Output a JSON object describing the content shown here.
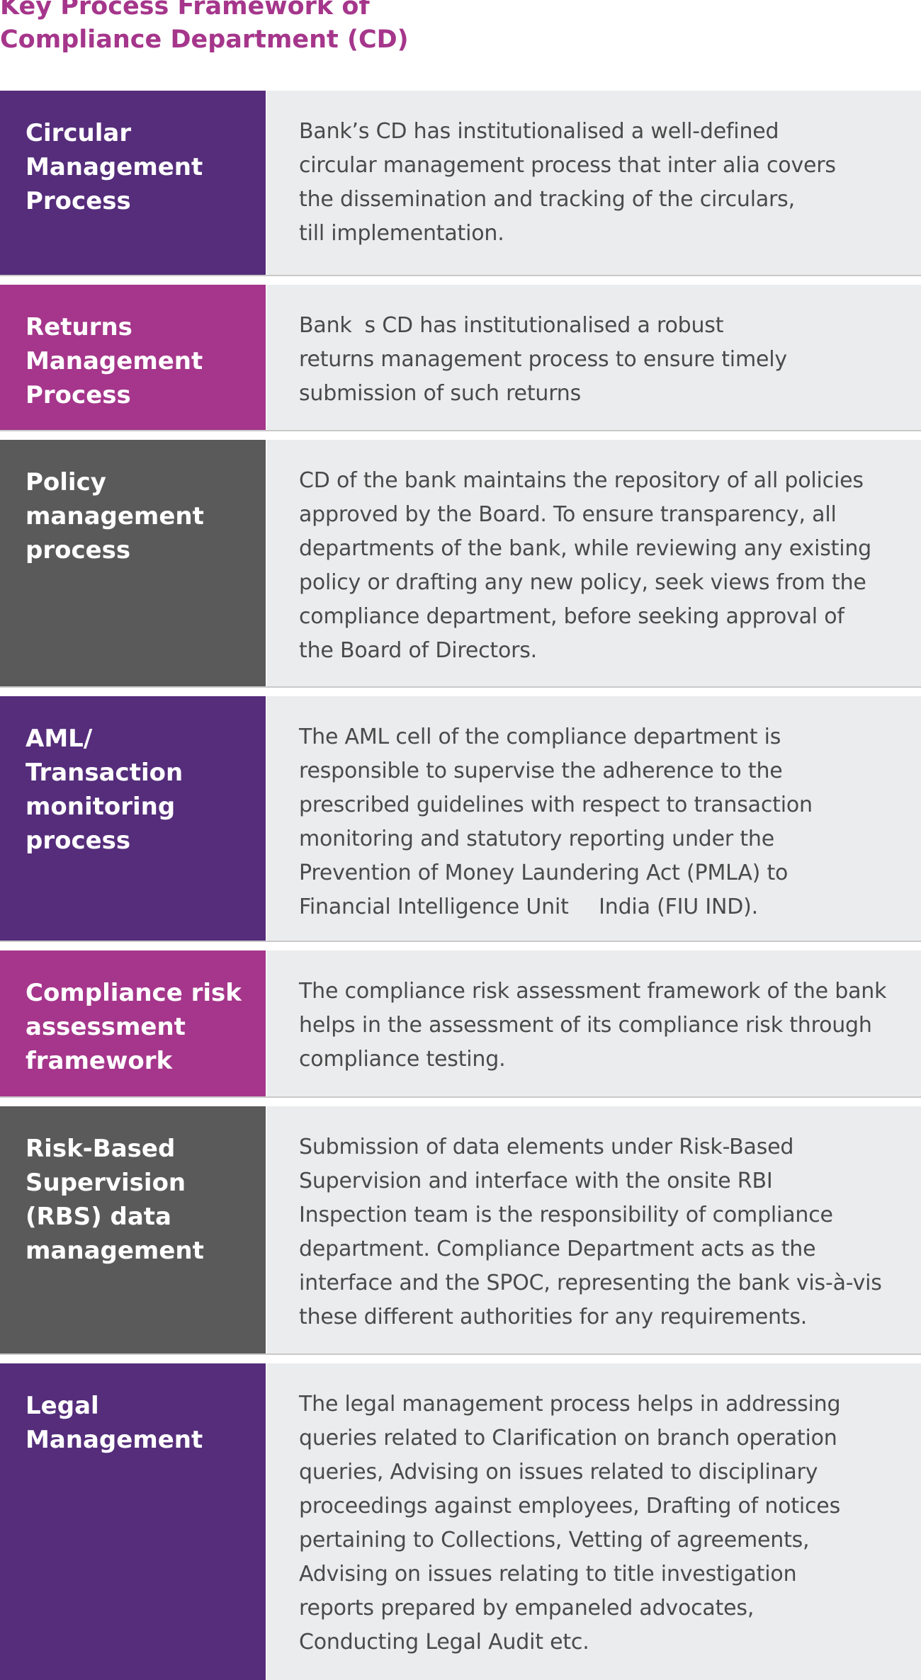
{
  "title": "Key Process Framework of\nCompliance Department (CD)",
  "colors": {
    "purple": "#552d7b",
    "magenta": "#a5368b",
    "gray": "#5a5a5a",
    "panel": "#ebeced",
    "title": "#a5368b"
  },
  "rows": [
    {
      "label": "Circular Management Process",
      "text": "Bank’s CD has institutionalised a well-defined\ncircular management process that inter alia covers\nthe dissemination and tracking of the circulars,\ntill implementation."
    },
    {
      "label": "Returns Management Process",
      "text": "Banks CD has institutionalised a robust\nreturns management process to ensure timely\nsubmission of such returns"
    },
    {
      "label": "Policy management process",
      "text": "CD of the bank maintains the repository of all policies\napproved by the Board. To ensure transparency, all\ndepartments of the bank, while reviewing any existing\npolicy or drafting any new policy, seek views from the\ncompliance department, before seeking approval of\nthe Board of Directors."
    },
    {
      "label": "AML/ Transaction monitoring process",
      "text": "The AML cell of the compliance department is\nresponsible to supervise the adherence to the\nprescribed guidelines with respect to transaction\nmonitoring and statutory reporting under the\nPrevention of Money Laundering Act (PMLA) to\nFinancial Intelligence Unit  India (FIU IND)."
    },
    {
      "label": "Compliance risk assessment framework",
      "text": "The compliance risk assessment framework of the bank\nhelps in the assessment of its compliance risk through\ncompliance testing."
    },
    {
      "label": "Risk-Based Supervision (RBS) data management",
      "text": "  Submission of data elements under Risk-Based\nSupervision and interface with the onsite RBI\nInspection team is the responsibility of compliance\ndepartment. Compliance Department acts as the\ninterface and the SPOC, representing the bank vis-à-vis\nthese different authorities for any requirements."
    },
    {
      "label": "Legal Management",
      "text": "The legal management process helps in addressing\nqueries related to Clarification on branch operation\nqueries, Advising on issues related to disciplinary\nproceedings against employees, Drafting of notices\npertaining to Collections, Vetting of agreements,\nAdvising on issues relating to title investigation\nreports prepared by empaneled advocates,\nConducting Legal Audit etc."
    }
  ]
}
